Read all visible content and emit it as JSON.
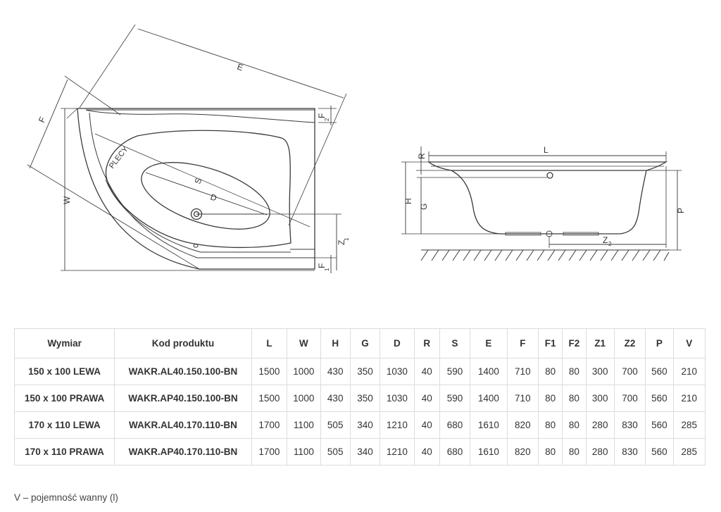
{
  "diagram": {
    "top_view_labels": {
      "E": "E",
      "F": "F",
      "F2": "F",
      "F2_sub": "2",
      "F1": "F",
      "F1_sub": "1",
      "W": "W",
      "S": "S",
      "D": "D",
      "Z1": "Z",
      "Z1_sub": "1",
      "back": "PLECY"
    },
    "side_view_labels": {
      "R": "R",
      "L": "L",
      "H": "H",
      "G": "G",
      "P": "P",
      "Z2": "Z",
      "Z2_sub": "2"
    }
  },
  "table": {
    "headers": [
      "Wymiar",
      "Kod produktu",
      "L",
      "W",
      "H",
      "G",
      "D",
      "R",
      "S",
      "E",
      "F",
      "F1",
      "F2",
      "Z1",
      "Z2",
      "P",
      "V"
    ],
    "rows": [
      [
        "150 x 100 LEWA",
        "WAKR.AL40.150.100-BN",
        "1500",
        "1000",
        "430",
        "350",
        "1030",
        "40",
        "590",
        "1400",
        "710",
        "80",
        "80",
        "300",
        "700",
        "560",
        "210"
      ],
      [
        "150 x 100 PRAWA",
        "WAKR.AP40.150.100-BN",
        "1500",
        "1000",
        "430",
        "350",
        "1030",
        "40",
        "590",
        "1400",
        "710",
        "80",
        "80",
        "300",
        "700",
        "560",
        "210"
      ],
      [
        "170 x 110 LEWA",
        "WAKR.AL40.170.110-BN",
        "1700",
        "1100",
        "505",
        "340",
        "1210",
        "40",
        "680",
        "1610",
        "820",
        "80",
        "80",
        "280",
        "830",
        "560",
        "285"
      ],
      [
        "170 x 110 PRAWA",
        "WAKR.AP40.170.110-BN",
        "1700",
        "1100",
        "505",
        "340",
        "1210",
        "40",
        "680",
        "1610",
        "820",
        "80",
        "80",
        "280",
        "830",
        "560",
        "285"
      ]
    ]
  },
  "footnote": "V – pojemność wanny (l)"
}
